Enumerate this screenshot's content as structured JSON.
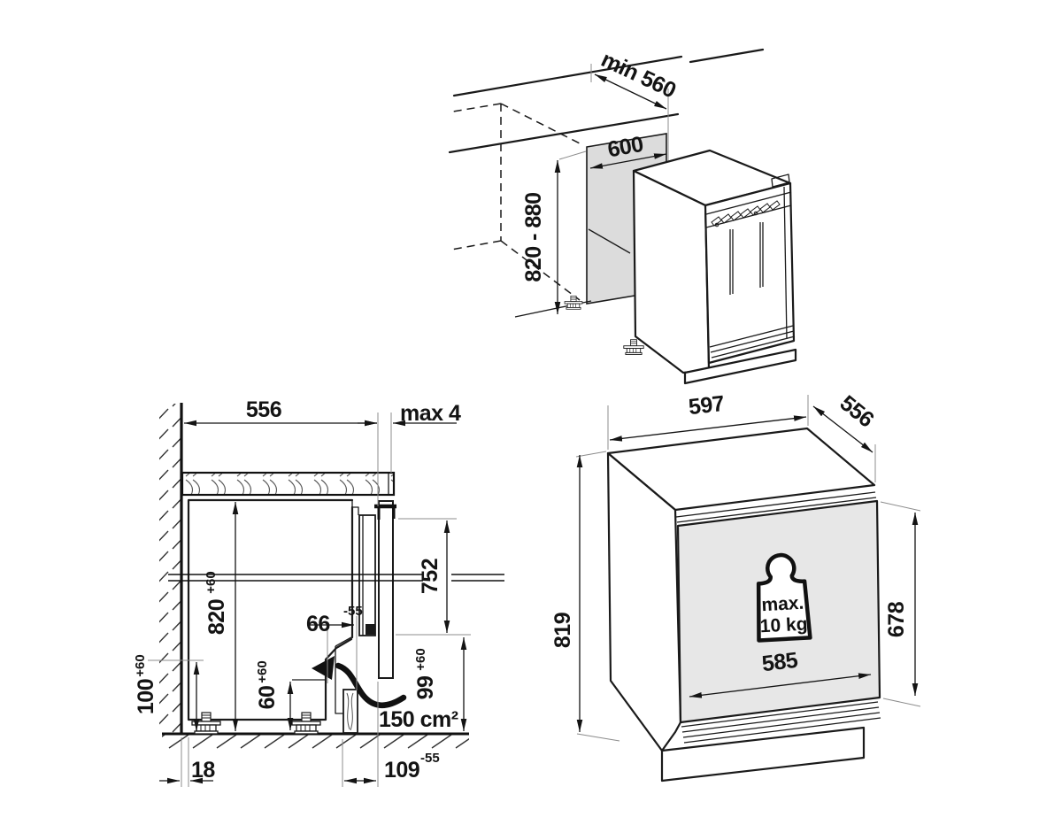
{
  "colors": {
    "line": "#1a1a1a",
    "niche_panel_gray": "#dcdcdc",
    "door_gray": "#e7e7e7",
    "extension_line": "#8c8c8c"
  },
  "icons": {
    "weight": "weight-icon",
    "airflow": "airflow-arrow-icon",
    "foot": "adjustable-foot-icon"
  },
  "labels": {
    "niche": {
      "depth_min": "min 560",
      "width": "600",
      "height_range": "820 - 880"
    },
    "section": {
      "niche_depth": "556",
      "front_gap": "max 4",
      "panel_height": "752",
      "niche_height": "820",
      "niche_height_tol": "+60",
      "skirting_height": "100",
      "skirting_height_tol": "+60",
      "recess_depth": "66",
      "recess_depth_tol": "-55",
      "bottom_clearance": "60",
      "bottom_clearance_tol": "+60",
      "vent_height": "99",
      "vent_height_tol": "+60",
      "vent_area": "150 cm²",
      "rear_gap": "18",
      "plinth_depth": "109",
      "plinth_depth_tol": "-55"
    },
    "appliance": {
      "width": "597",
      "depth": "556",
      "height": "819",
      "door_height": "678",
      "door_width": "585",
      "weight_line1": "max.",
      "weight_line2": "10 kg"
    }
  }
}
